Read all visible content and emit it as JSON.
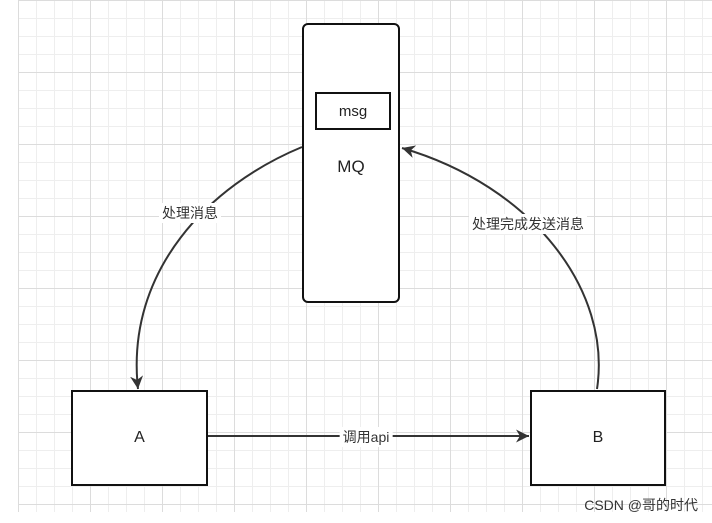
{
  "diagram": {
    "queue": {
      "label": "MQ",
      "message": "msg"
    },
    "nodes": {
      "a": "A",
      "b": "B"
    },
    "edges": {
      "mq_to_a": "处理消息",
      "b_to_mq": "处理完成发送消息",
      "a_to_b": "调用api"
    }
  },
  "watermark": "CSDN @哥的时代",
  "colors": {
    "stroke": "#111111",
    "arrow": "#333333",
    "grid": "#dcdcdc"
  }
}
